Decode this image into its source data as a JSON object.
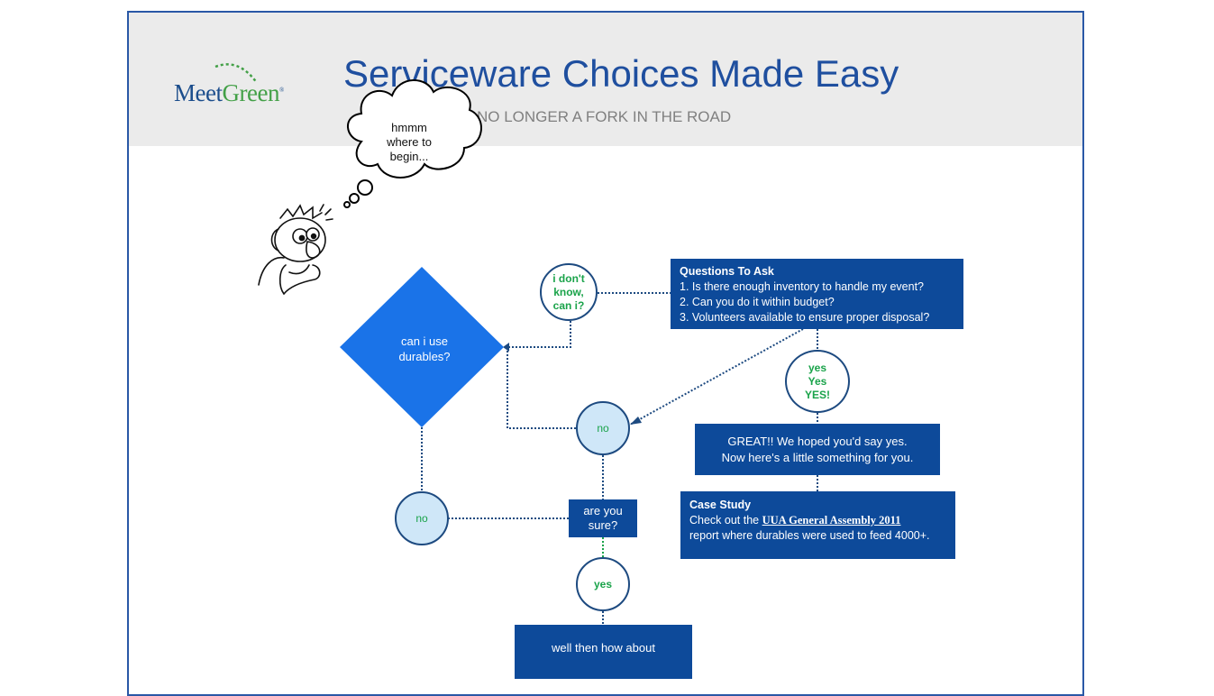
{
  "header": {
    "logo_prefix": "Meet",
    "logo_suffix": "Green",
    "logo_mark": "®",
    "title": "Serviceware Choices Made Easy",
    "subtitle": "NO LONGER A FORK IN THE ROAD"
  },
  "thought": {
    "line1": "hmmm",
    "line2": "where to",
    "line3": "begin..."
  },
  "flow": {
    "decision": {
      "line1": "can i use",
      "line2": "durables?"
    },
    "idk": {
      "line1": "i don't",
      "line2": "know,",
      "line3": "can i?"
    },
    "questions": {
      "heading": "Questions To Ask",
      "items": [
        "1. Is there enough inventory to handle my event?",
        "2. Can you do it within budget?",
        "3. Volunteers available to ensure proper disposal?"
      ]
    },
    "yes_triple": {
      "line1": "yes",
      "line2": "Yes",
      "line3": "YES!"
    },
    "great": {
      "line1": "GREAT!! We hoped you'd say yes.",
      "line2": "Now here's a little something for you."
    },
    "case_study": {
      "heading": "Case Study",
      "text_before": "Check out the",
      "link": "UUA General Assembly 2011",
      "text_after": "report where durables were used to feed 4000+."
    },
    "no_right": "no",
    "no_left": "no",
    "are_you_sure": {
      "line1": "are you",
      "line2": "sure?"
    },
    "yes": "yes",
    "bottom": "well then how about"
  },
  "colors": {
    "box_blue": "#0d4a9a",
    "diamond_blue": "#1a73e8",
    "title_blue": "#1f4f9f",
    "circle_text_green": "#1aa34a",
    "light_circle_fill": "#cfe7f8"
  },
  "icons": {
    "thinking_person": "pondering-cartoon-man-icon",
    "thought_cloud": "thought-bubble-icon"
  }
}
